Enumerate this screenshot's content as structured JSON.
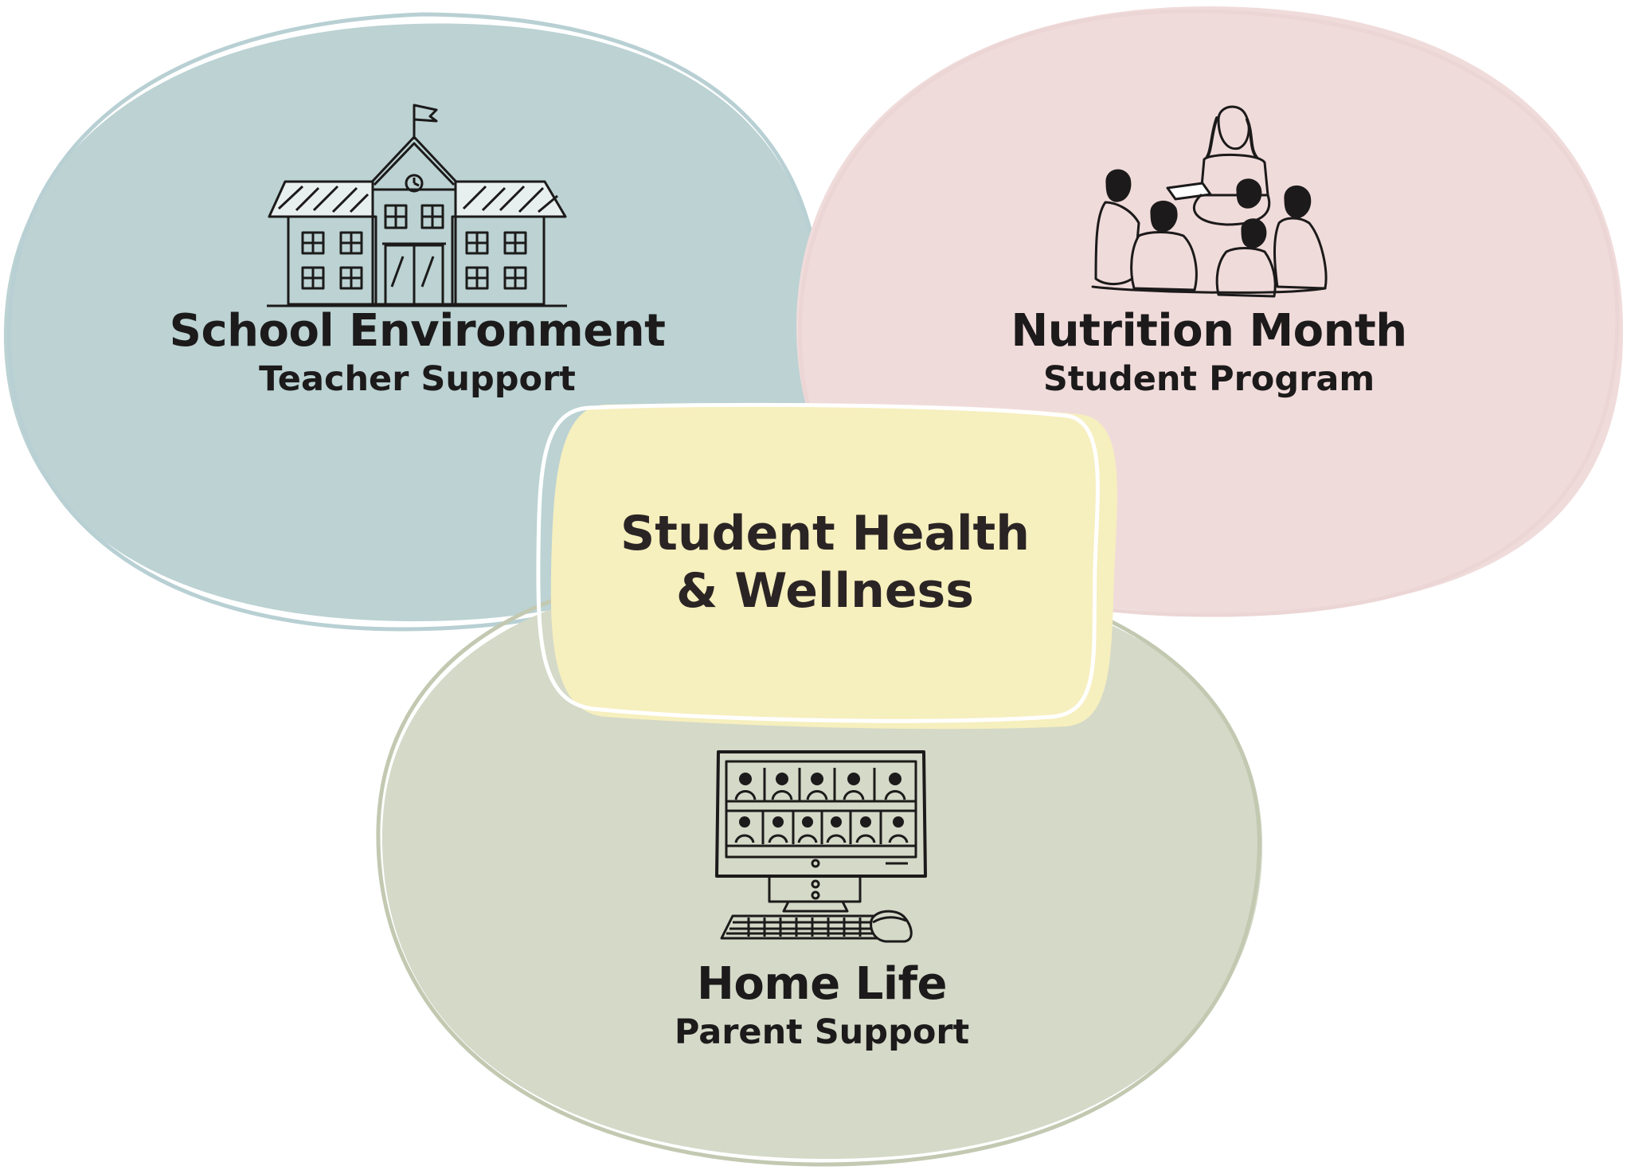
{
  "colors": {
    "blue": "#bcd2d3",
    "pink": "#f0dbdb",
    "green": "#d4d9c8",
    "yellow": "#f6efbe",
    "outline_blue": "#b8d0d3",
    "outline_pink": "#ecd5d5",
    "outline_green": "#c3c9b1",
    "ink": "#1c1a1a"
  },
  "center": {
    "line1": "Student Health",
    "line2": "& Wellness"
  },
  "circles": [
    {
      "id": "school",
      "title": "School Environment",
      "subtitle": "Teacher Support",
      "icon": "school-building-icon"
    },
    {
      "id": "nutrition",
      "title": "Nutrition Month",
      "subtitle": "Student Program",
      "icon": "teacher-reading-to-children-icon"
    },
    {
      "id": "home",
      "title": "Home Life",
      "subtitle": "Parent Support",
      "icon": "video-call-computer-icon"
    }
  ]
}
